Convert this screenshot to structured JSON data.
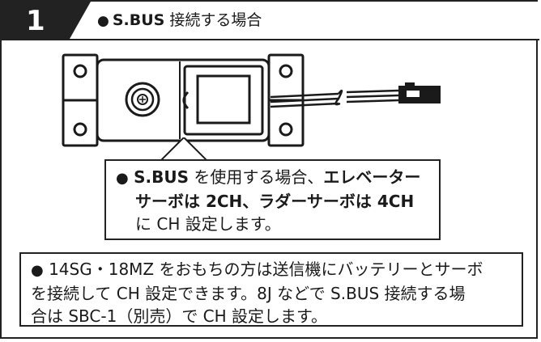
{
  "step": {
    "number": "1"
  },
  "section": {
    "bullet": "●",
    "title_bold": "S.BUS",
    "title_rest": " 接続する場合"
  },
  "callout": {
    "bullet": "●",
    "line1_bold": "S.BUS",
    "line1_text": " を使用する場合、",
    "line1_bold2": "エレベーター",
    "line2_bold": "サーボは 2CH、ラダーサーボは 4CH",
    "line3_text": "に CH 設定します。"
  },
  "note": {
    "bullet": "●",
    "line1": " 14SG・18MZ をおもちの方は送信機にバッテリーとサーボ",
    "line2": "を接続して CH 設定できます。8J などで S.BUS 接続する場",
    "line3": "合は SBC-1（別売）で CH 設定します。"
  }
}
